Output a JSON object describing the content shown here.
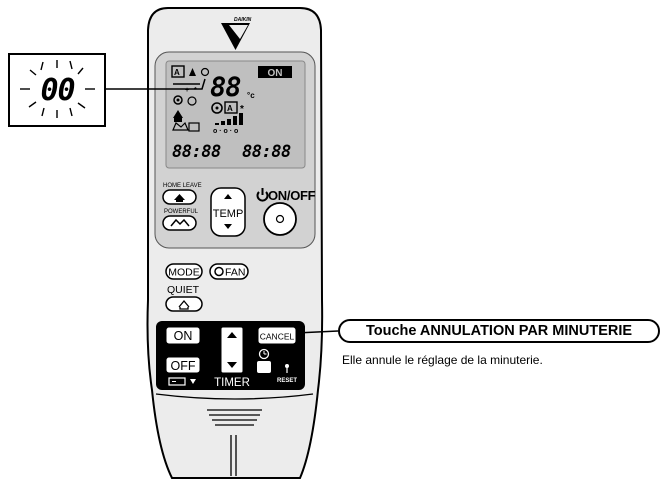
{
  "remote": {
    "brand": "DAIKIN",
    "lcd": {
      "on_indicator": "ON",
      "temp_digits": "88",
      "temp_unit": "°c",
      "timer_left": "88:88",
      "timer_right": "88:88"
    },
    "buttons": {
      "home_leave": "HOME LEAVE",
      "powerful": "POWERFUL",
      "temp": "TEMP",
      "on_off": "ON/OFF",
      "mode": "MODE",
      "fan": "FAN",
      "quiet": "QUIET",
      "timer_on": "ON",
      "timer_off": "OFF",
      "cancel": "CANCEL",
      "timer": "TIMER",
      "reset": "RESET"
    }
  },
  "zoom": {
    "display": "00"
  },
  "callout": {
    "label": "Touche ANNULATION PAR MINUTERIE",
    "description": "Elle annule le réglage de la minuterie."
  },
  "colors": {
    "body": "#ececec",
    "panel": "#d2d2d2",
    "lcd": "#bfbfbf",
    "timer_panel": "#000000",
    "ink": "#000000"
  }
}
